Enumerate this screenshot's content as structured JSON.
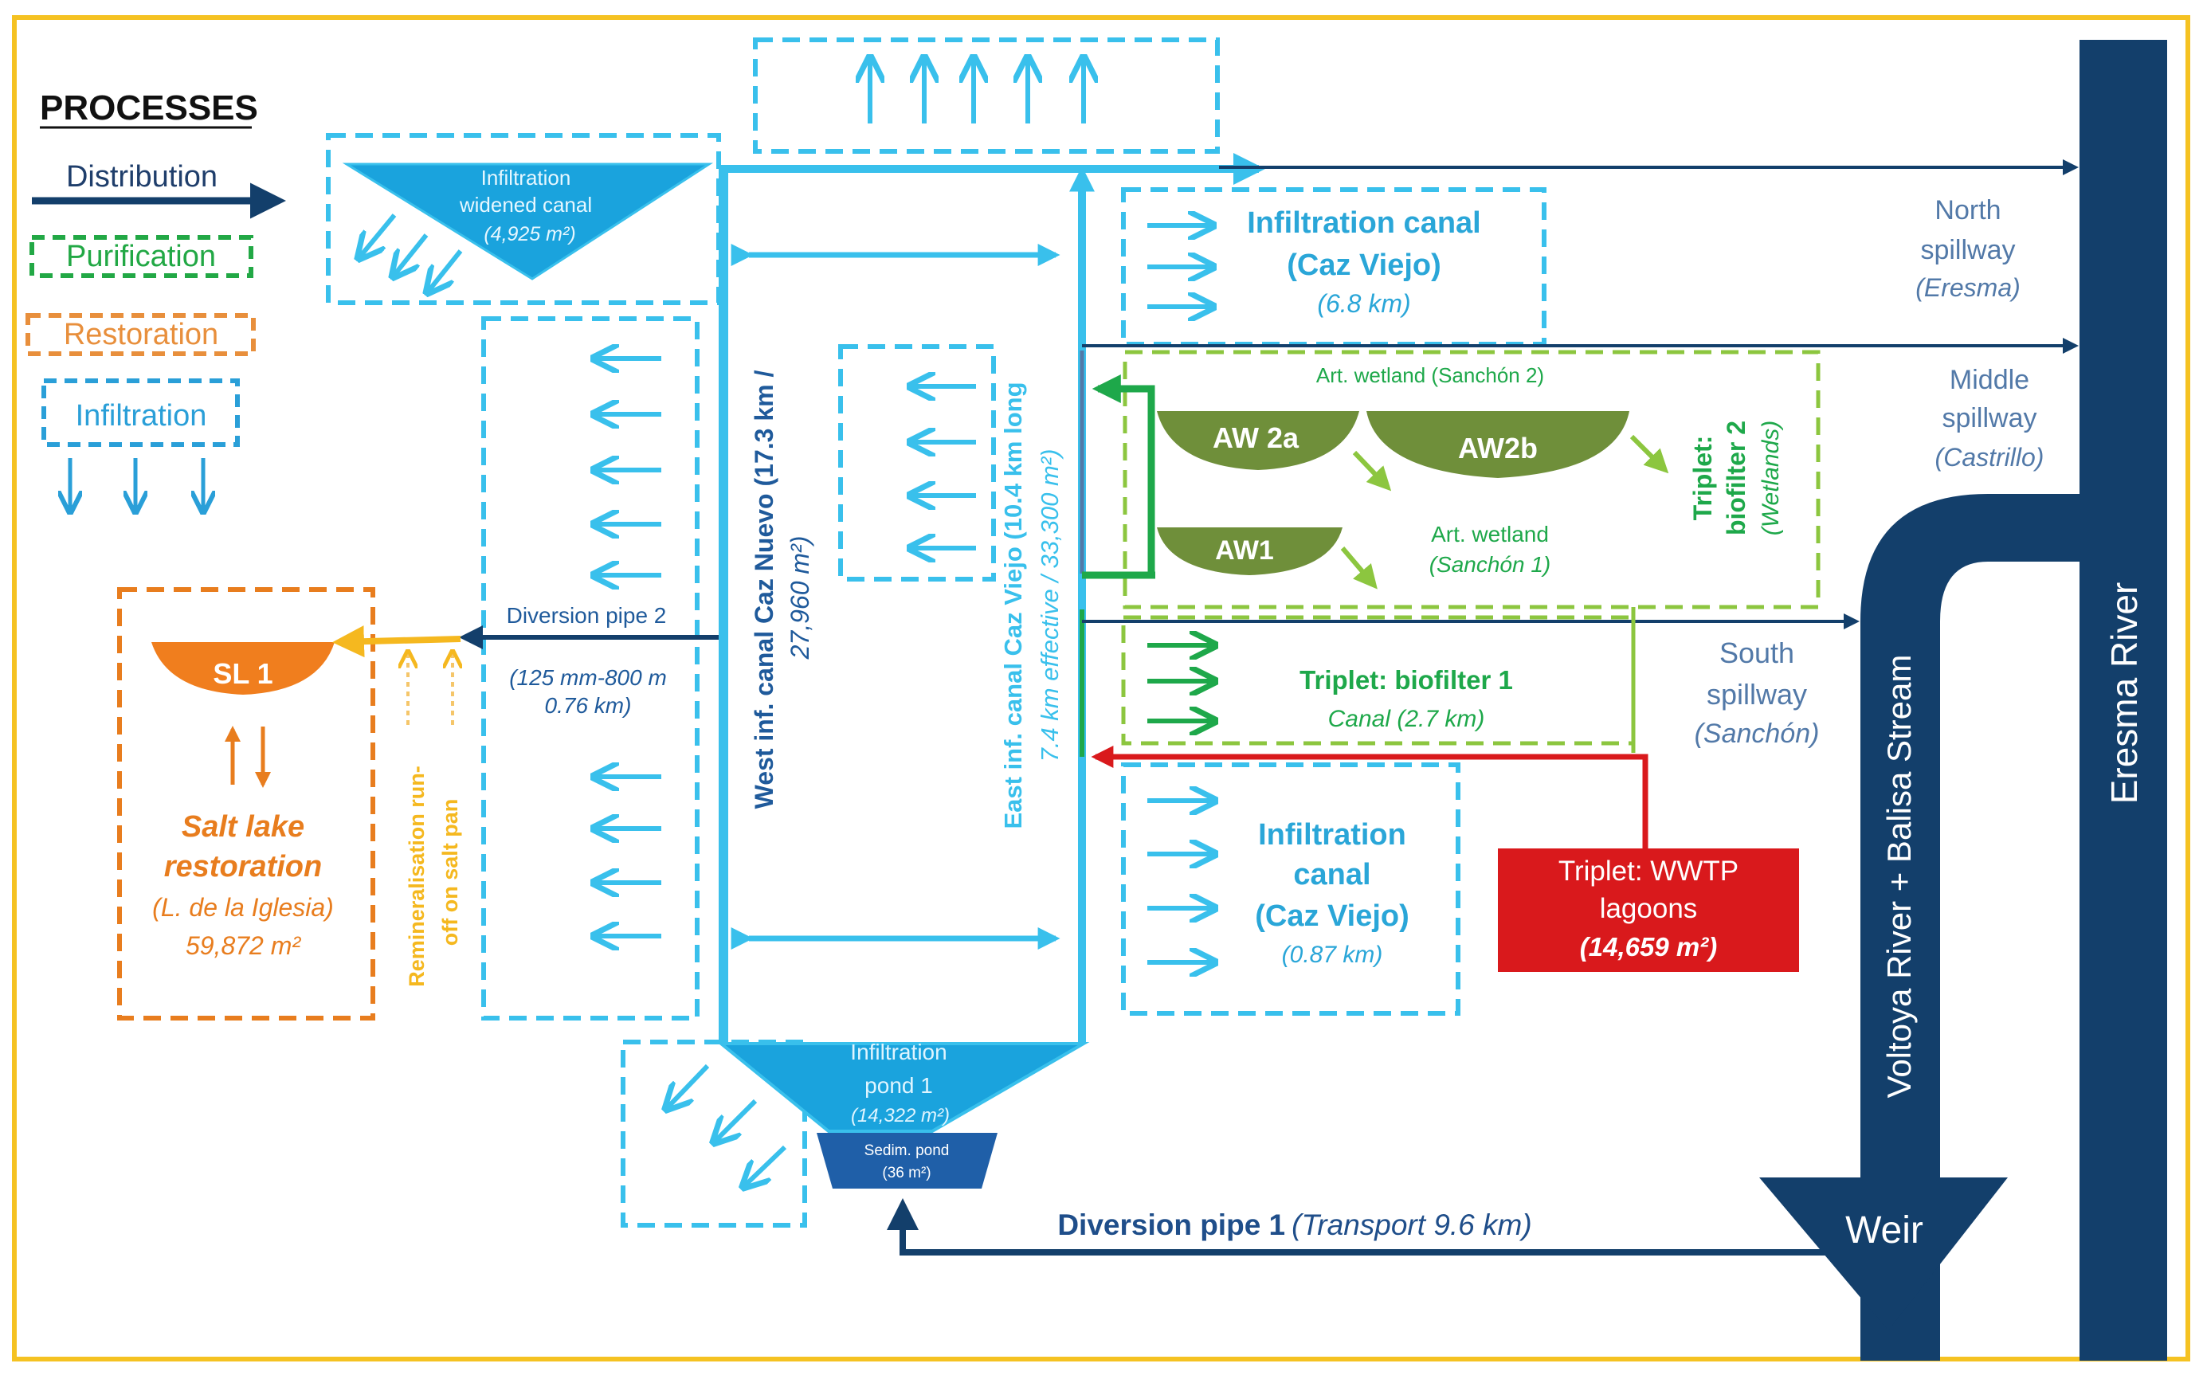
{
  "legend": {
    "title": "PROCESSES",
    "items": [
      {
        "label": "Distribution",
        "color": "#1f3e6b"
      },
      {
        "label": "Purification",
        "color": "#22a845"
      },
      {
        "label": "Restoration",
        "color": "#e88f3c"
      },
      {
        "label": "Infiltration",
        "color": "#2a9fd8"
      }
    ]
  },
  "colors": {
    "frame": "#f5c222",
    "navy": "#133f6b",
    "cyan": "#39c0ec",
    "green": "#1ea84a",
    "light_green": "#8cc63f",
    "olive": "#6f8f3a",
    "orange": "#e87d1e",
    "yellow": "#f5b81f",
    "red": "#d9191c",
    "steel": "#5279a8"
  },
  "infiltration_widened_canal": {
    "line1": "Infiltration",
    "line2": "widened canal",
    "area": "(4,925 m²)"
  },
  "west_canal": {
    "line1": "West inf. canal Caz Nuevo (17.3 km /",
    "line2": "27,960 m²)"
  },
  "east_canal": {
    "line1": "East inf. canal Caz Viejo (10.4 km long",
    "line2": "7.4 km effective / 33,300 m²)"
  },
  "caz_viejo_north": {
    "line1": "Infiltration canal",
    "line2": "(Caz Viejo)",
    "length": "(6.8 km)"
  },
  "caz_viejo_south": {
    "line1": "Infiltration",
    "line2": "canal",
    "line3": "(Caz Viejo)",
    "length": "(0.87 km)"
  },
  "wetland2": {
    "label": "Art. wetland (Sanchón 2)"
  },
  "wetland1": {
    "line1": "Art. wetland",
    "line2": "(Sanchón 1)"
  },
  "aw": {
    "a2a": "AW 2a",
    "a2b": "AW2b",
    "a1": "AW1"
  },
  "biofilter2": {
    "line1": "Triplet:",
    "line2": "biofilter 2",
    "line3": "(Wetlands)"
  },
  "biofilter1": {
    "line1": "Triplet: biofilter 1",
    "line2": "Canal (2.7 km)"
  },
  "wwtp": {
    "line1": "Triplet: WWTP",
    "line2": "lagoons",
    "area": "(14,659 m²)"
  },
  "spillways": {
    "north": {
      "line1": "North",
      "line2": "spillway",
      "line3": "(Eresma)"
    },
    "middle": {
      "line1": "Middle",
      "line2": "spillway",
      "line3": "(Castrillo)"
    },
    "south": {
      "line1": "South",
      "line2": "spillway",
      "line3": "(Sanchón)"
    }
  },
  "eresma": "Eresma River",
  "voltoya": "Voltoya River + Balisa Stream",
  "weir": "Weir",
  "diversion_pipe_1": {
    "label": "Diversion pipe 1",
    "detail": "(Transport 9.6 km)"
  },
  "diversion_pipe_2": {
    "label": "Diversion pipe 2",
    "line2": "(125 mm-800 m",
    "line3": "0.76 km)"
  },
  "salt_lake": {
    "code": "SL 1",
    "line1": "Salt lake",
    "line2": "restoration",
    "line3": "(L. de la Iglesia)",
    "line4": "59,872 m²"
  },
  "remineralisation": {
    "line1": "Remineralisation run-",
    "line2": "off on salt pan"
  },
  "pond": {
    "line1": "Infiltration",
    "line2": "pond 1",
    "area": "(14,322 m²)"
  },
  "sed_pond": {
    "line1": "Sedim. pond",
    "line2": "(36 m²)"
  }
}
